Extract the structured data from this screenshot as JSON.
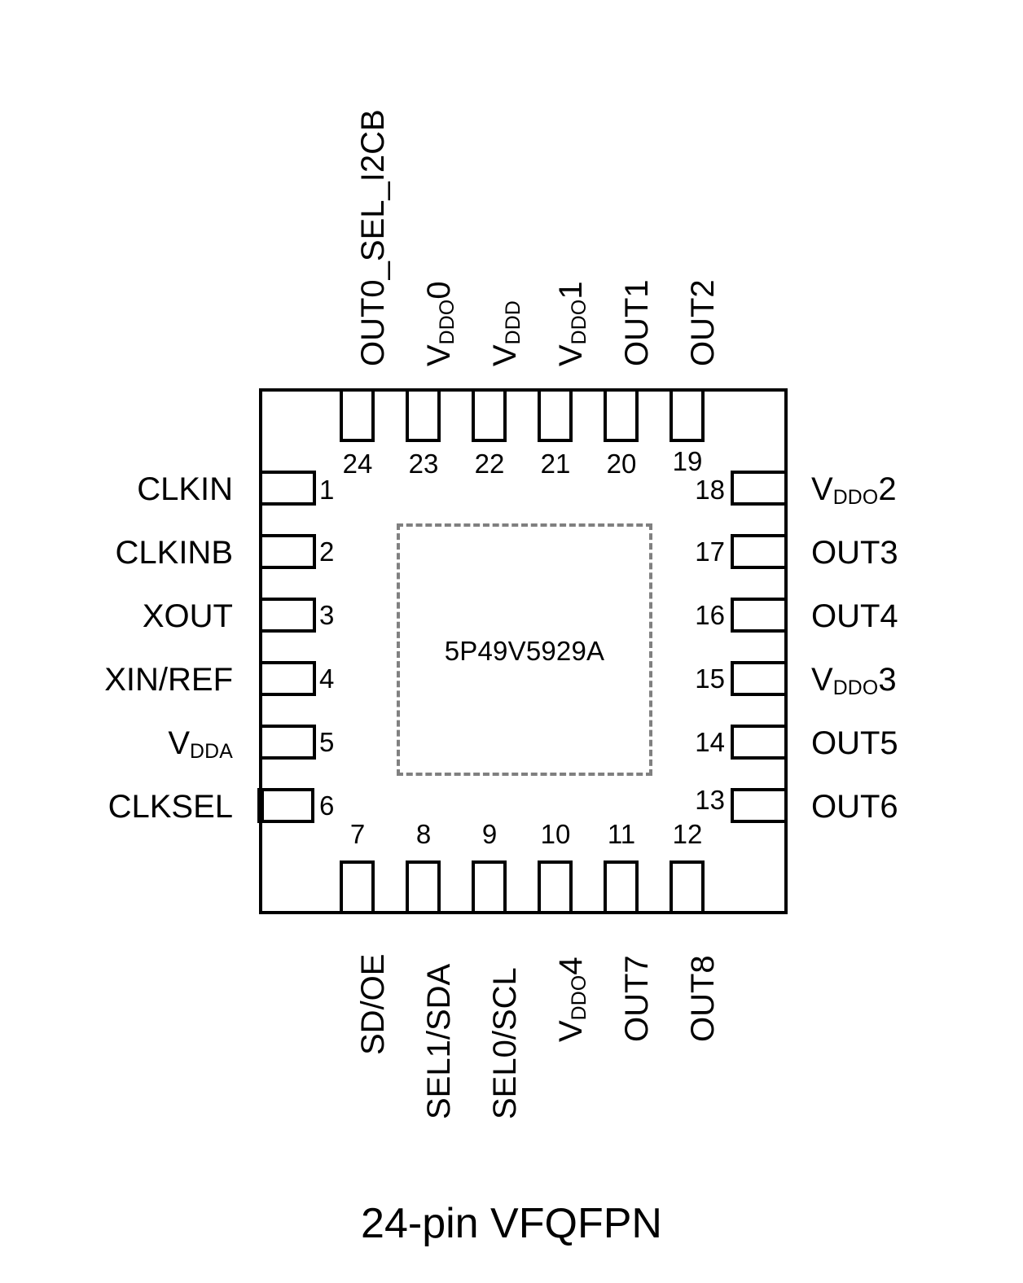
{
  "diagram": {
    "caption": "24-pin VFQFPN",
    "part_number": "5P49V5929A",
    "package_type": "VFQFPN",
    "pin_count": "24",
    "colors": {
      "outline": "#000000",
      "die_pad": "#808080",
      "background": "#ffffff",
      "text": "#000000"
    }
  },
  "pins": {
    "left": [
      {
        "number": "1",
        "name": "CLKIN",
        "base": "CLKIN",
        "sub": "",
        "tail": ""
      },
      {
        "number": "2",
        "name": "CLKINB",
        "base": "CLKINB",
        "sub": "",
        "tail": ""
      },
      {
        "number": "3",
        "name": "XOUT",
        "base": "XOUT",
        "sub": "",
        "tail": ""
      },
      {
        "number": "4",
        "name": "XIN/REF",
        "base": "XIN/REF",
        "sub": "",
        "tail": ""
      },
      {
        "number": "5",
        "name": "VDDA",
        "base": "V",
        "sub": "DDA",
        "tail": ""
      },
      {
        "number": "6",
        "name": "CLKSEL",
        "base": "CLKSEL",
        "sub": "",
        "tail": ""
      }
    ],
    "bottom": [
      {
        "number": "7",
        "name": "SD/OE",
        "base": "SD/OE",
        "sub": "",
        "tail": ""
      },
      {
        "number": "8",
        "name": "SEL1/SDA",
        "base": "SEL1/SDA",
        "sub": "",
        "tail": ""
      },
      {
        "number": "9",
        "name": "SEL0/SCL",
        "base": "SEL0/SCL",
        "sub": "",
        "tail": ""
      },
      {
        "number": "10",
        "name": "VDDO4",
        "base": "V",
        "sub": "DDO",
        "tail": "4"
      },
      {
        "number": "11",
        "name": "OUT7",
        "base": "OUT7",
        "sub": "",
        "tail": ""
      },
      {
        "number": "12",
        "name": "OUT8",
        "base": "OUT8",
        "sub": "",
        "tail": ""
      }
    ],
    "right": [
      {
        "number": "13",
        "name": "OUT6",
        "base": "OUT6",
        "sub": "",
        "tail": ""
      },
      {
        "number": "14",
        "name": "OUT5",
        "base": "OUT5",
        "sub": "",
        "tail": ""
      },
      {
        "number": "15",
        "name": "VDDO3",
        "base": "V",
        "sub": "DDO",
        "tail": "3"
      },
      {
        "number": "16",
        "name": "OUT4",
        "base": "OUT4",
        "sub": "",
        "tail": ""
      },
      {
        "number": "17",
        "name": "OUT3",
        "base": "OUT3",
        "sub": "",
        "tail": ""
      },
      {
        "number": "18",
        "name": "VDDO2",
        "base": "V",
        "sub": "DDO",
        "tail": "2"
      }
    ],
    "top": [
      {
        "number": "19",
        "name": "OUT2",
        "base": "OUT2",
        "sub": "",
        "tail": ""
      },
      {
        "number": "20",
        "name": "OUT1",
        "base": "OUT1",
        "sub": "",
        "tail": ""
      },
      {
        "number": "21",
        "name": "VDDO1",
        "base": "V",
        "sub": "DDO",
        "tail": "1"
      },
      {
        "number": "22",
        "name": "VDDD",
        "base": "V",
        "sub": "DDD",
        "tail": ""
      },
      {
        "number": "23",
        "name": "VDDO0",
        "base": "V",
        "sub": "DDO",
        "tail": "0"
      },
      {
        "number": "24",
        "name": "OUT0_SEL_I2CB",
        "base": "OUT0_SEL_I2CB",
        "sub": "",
        "tail": ""
      }
    ]
  }
}
